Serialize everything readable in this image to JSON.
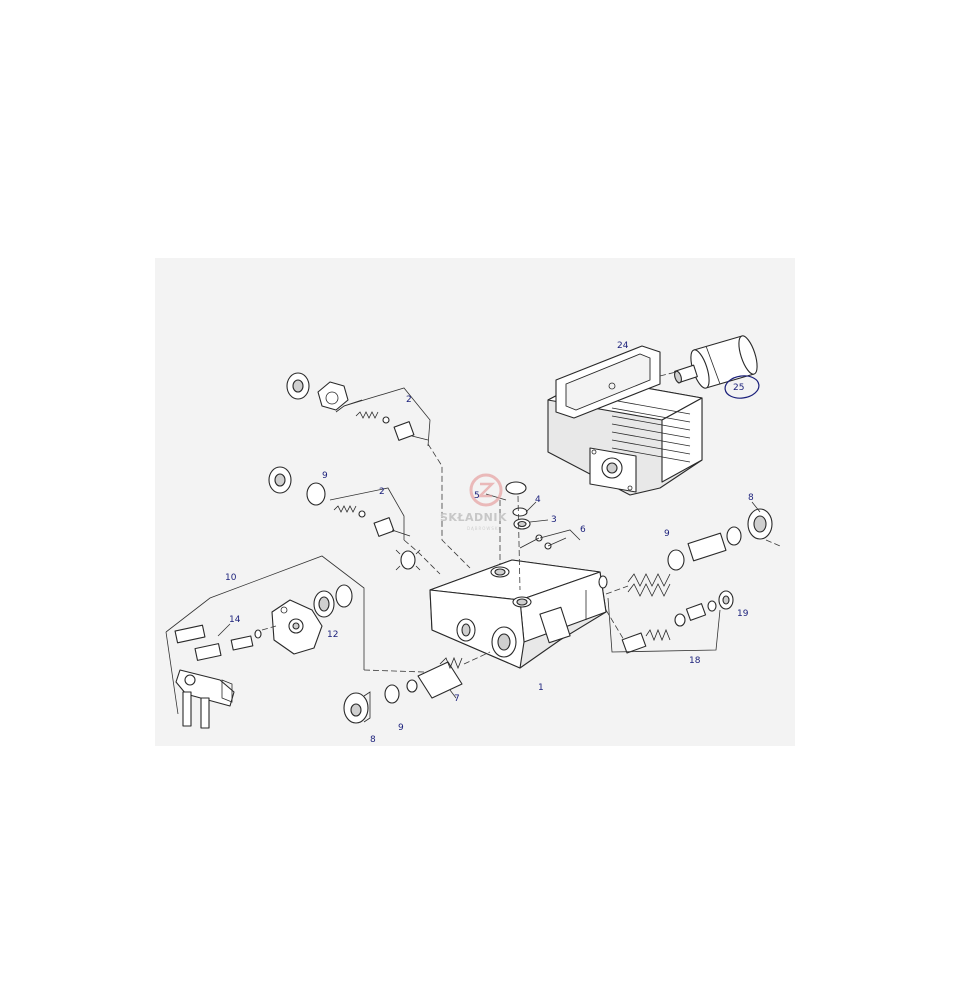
{
  "diagram": {
    "callouts": [
      {
        "id": "c1",
        "label": "1"
      },
      {
        "id": "c2a",
        "label": "2"
      },
      {
        "id": "c2b",
        "label": "2"
      },
      {
        "id": "c3",
        "label": "3"
      },
      {
        "id": "c4",
        "label": "4"
      },
      {
        "id": "c5",
        "label": "5"
      },
      {
        "id": "c6",
        "label": "6"
      },
      {
        "id": "c7",
        "label": "7"
      },
      {
        "id": "c8a",
        "label": "8"
      },
      {
        "id": "c8b",
        "label": "8"
      },
      {
        "id": "c9a",
        "label": "9"
      },
      {
        "id": "c9b",
        "label": "9"
      },
      {
        "id": "c9c",
        "label": "9"
      },
      {
        "id": "c10",
        "label": "10"
      },
      {
        "id": "c12",
        "label": "12"
      },
      {
        "id": "c14",
        "label": "14"
      },
      {
        "id": "c18",
        "label": "18"
      },
      {
        "id": "c19",
        "label": "19"
      },
      {
        "id": "c24",
        "label": "24"
      },
      {
        "id": "c25",
        "label": "25"
      }
    ],
    "highlight_color": "#1a1f7a"
  },
  "watermark": {
    "text": "SKŁADNIK",
    "subtext": "DĄBROWSKI",
    "logo_color": "#e6a0a0"
  }
}
